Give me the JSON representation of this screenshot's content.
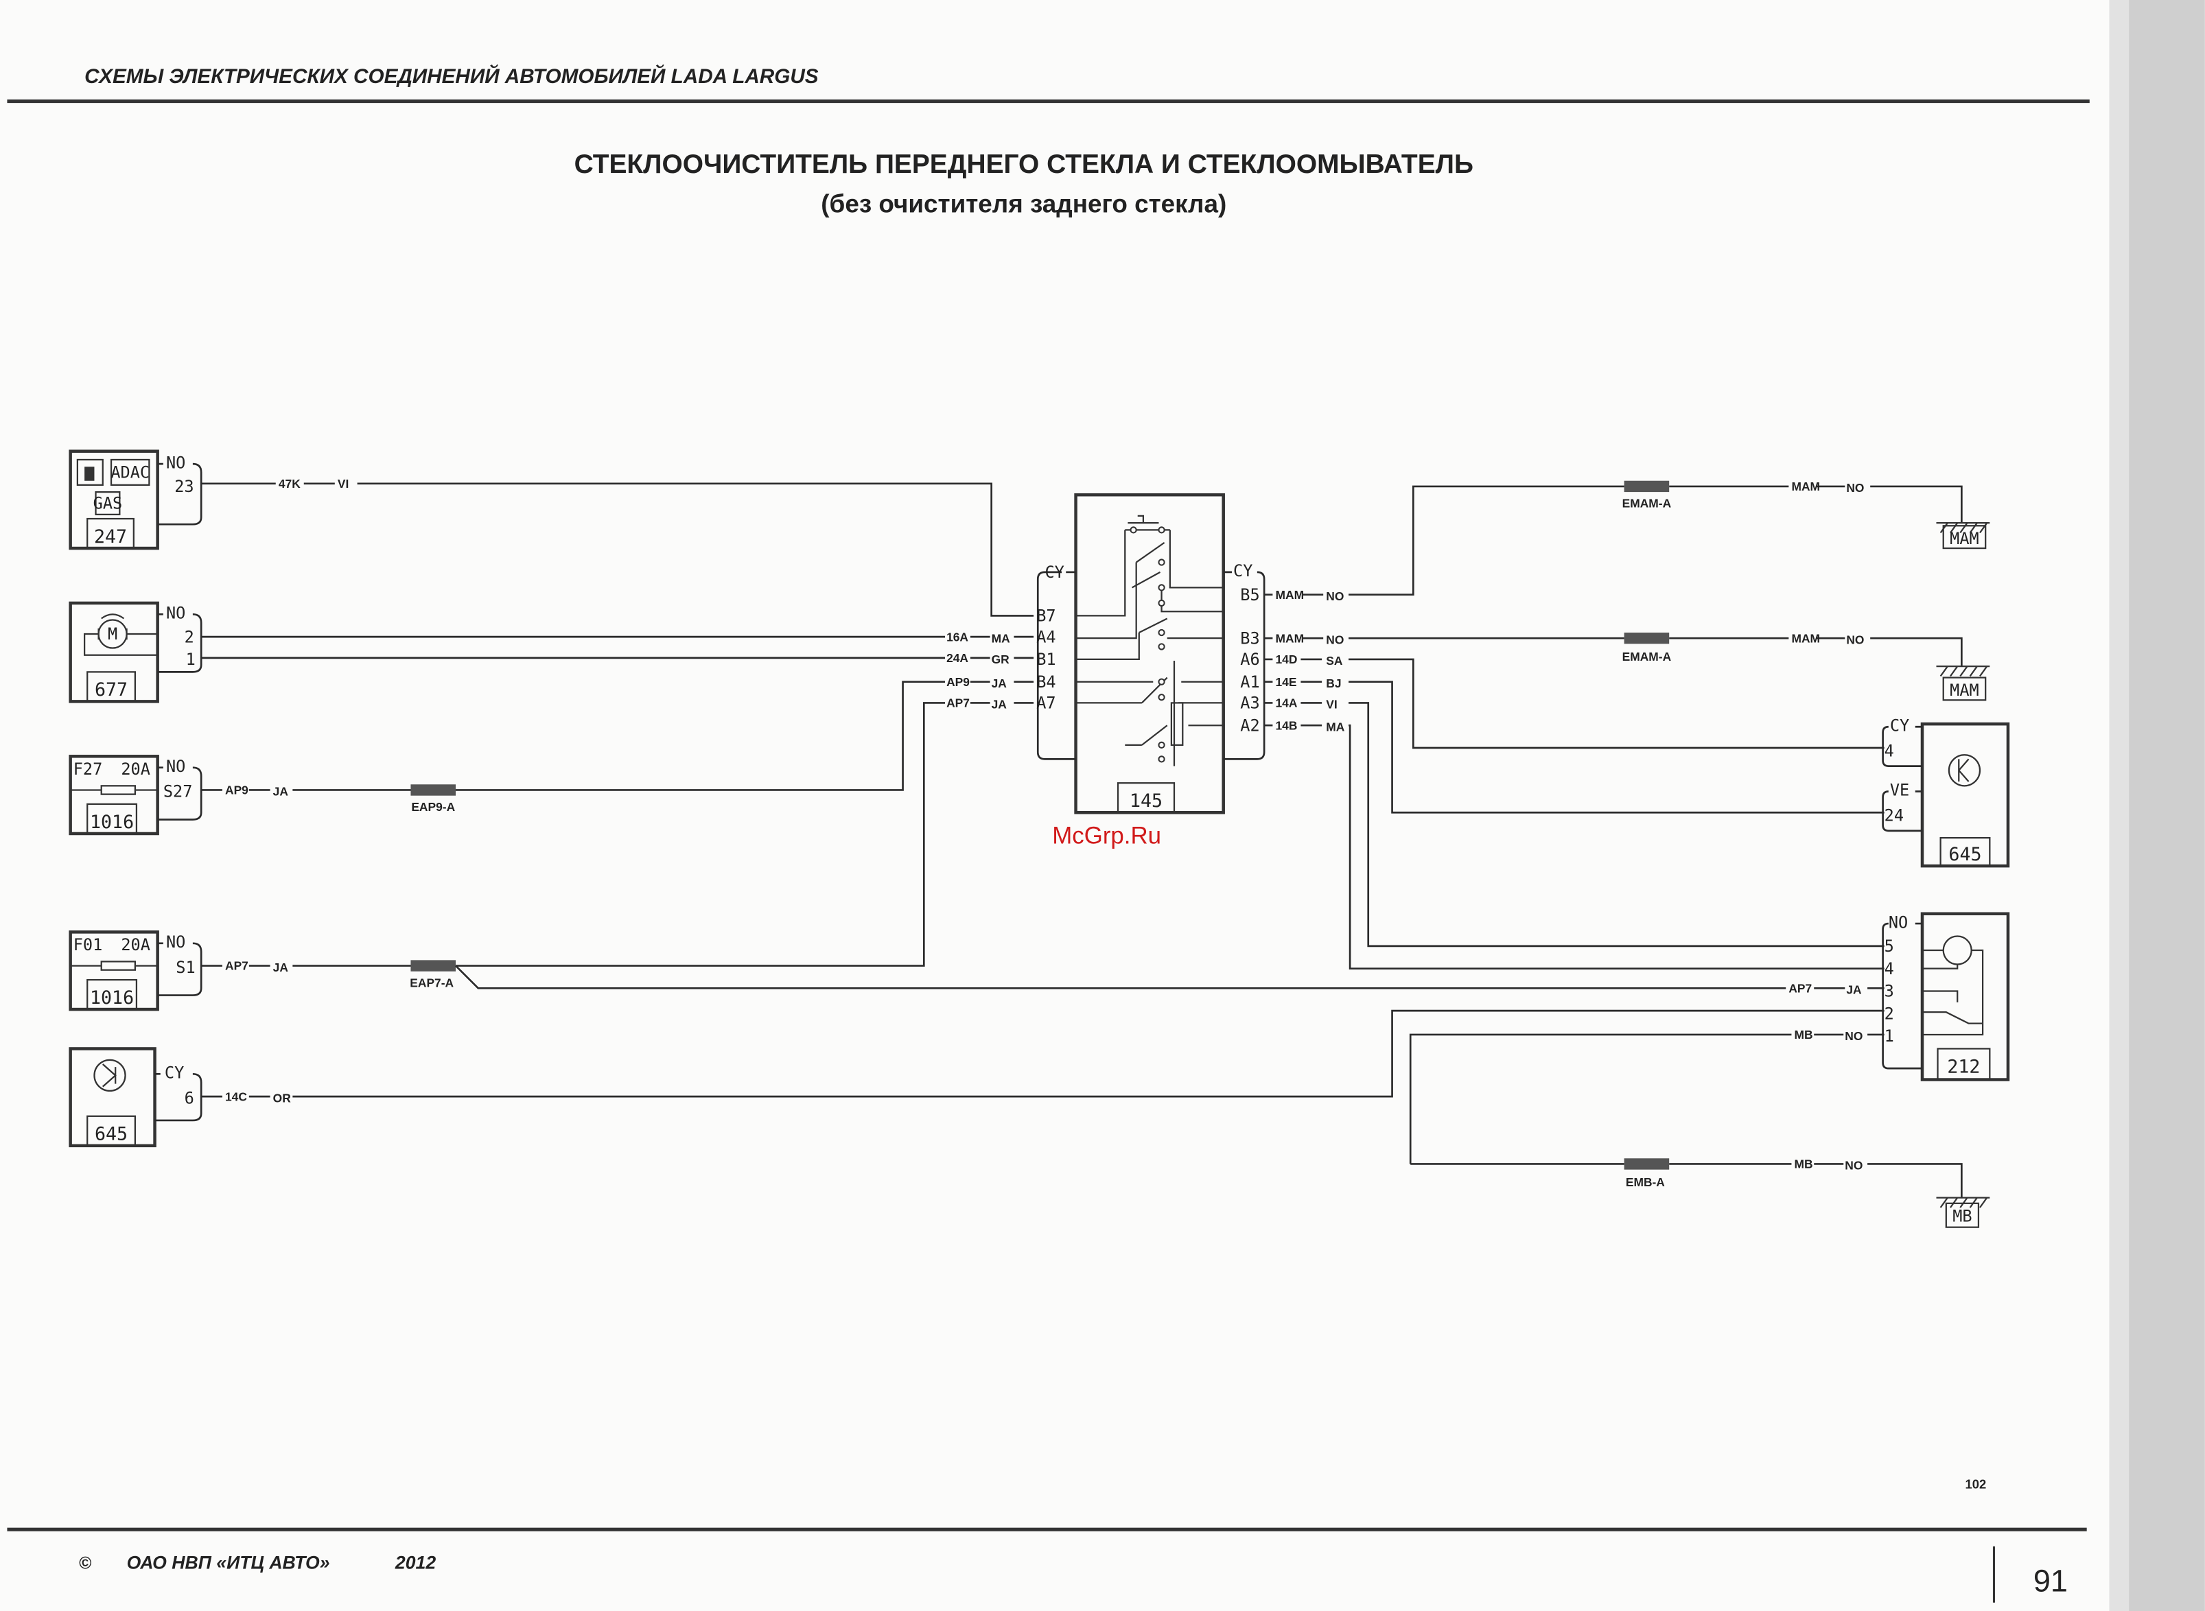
{
  "header": {
    "running_title": "СХЕМЫ ЭЛЕКТРИЧЕСКИХ СОЕДИНЕНИЙ АВТОМОБИЛЕЙ LADA LARGUS"
  },
  "title": {
    "main": "СТЕКЛООЧИСТИТЕЛЬ ПЕРЕДНЕГО СТЕКЛА И СТЕКЛООМЫВАТЕЛЬ",
    "sub": "(без очистителя заднего стекла)"
  },
  "components": {
    "c247": {
      "code": "247",
      "icons": [
        "ADAC",
        "GAS"
      ],
      "connector": "NO",
      "pin": "23",
      "wire": "47K",
      "color": "VI"
    },
    "c677": {
      "code": "677",
      "motor": "M",
      "connector": "NO",
      "pins": [
        "2",
        "1"
      ]
    },
    "c1016a": {
      "code": "1016",
      "fuse": "F27",
      "rating": "20A",
      "connector": "NO",
      "pin": "S27",
      "wire": "AP9",
      "color": "JA",
      "splice": "EAP9-A"
    },
    "c1016b": {
      "code": "1016",
      "fuse": "F01",
      "rating": "20A",
      "connector": "NO",
      "pin": "S1",
      "wire": "AP7",
      "color": "JA",
      "splice": "EAP7-A"
    },
    "c645l": {
      "code": "645",
      "connector": "CY",
      "pin": "6",
      "wire": "14C",
      "color": "OR"
    },
    "c145": {
      "code": "145",
      "left_connector": "CY",
      "left_pins": [
        {
          "pin": "B7",
          "wire": "",
          "color": ""
        },
        {
          "pin": "A4",
          "wire": "16A",
          "color": "MA"
        },
        {
          "pin": "B1",
          "wire": "24A",
          "color": "GR"
        },
        {
          "pin": "B4",
          "wire": "AP9",
          "color": "JA"
        },
        {
          "pin": "A7",
          "wire": "AP7",
          "color": "JA"
        }
      ],
      "right_connector": "CY",
      "right_pins": [
        {
          "pin": "B5",
          "wire": "MAM",
          "color": "NO"
        },
        {
          "pin": "B3",
          "wire": "MAM",
          "color": "NO"
        },
        {
          "pin": "A6",
          "wire": "14D",
          "color": "SA"
        },
        {
          "pin": "A1",
          "wire": "14E",
          "color": "BJ"
        },
        {
          "pin": "A3",
          "wire": "14A",
          "color": "VI"
        },
        {
          "pin": "A2",
          "wire": "14B",
          "color": "MA"
        }
      ]
    },
    "ground1": {
      "splice": "EMAM-A",
      "wire": "MAM",
      "color": "NO",
      "label": "MAM"
    },
    "ground2": {
      "splice": "EMAM-A",
      "wire": "MAM",
      "color": "NO",
      "label": "MAM"
    },
    "c645r": {
      "code": "645",
      "connectors": [
        "CY",
        "VE"
      ],
      "pins": [
        "4",
        "24"
      ]
    },
    "c212": {
      "code": "212",
      "connector": "NO",
      "pins": [
        "5",
        "4",
        "3",
        "2",
        "1"
      ],
      "pin3_wire": "AP7",
      "pin3_color": "JA",
      "pin1_wire": "MB",
      "pin1_color": "NO"
    },
    "ground3": {
      "splice": "EMB-A",
      "wire": "MB",
      "color": "NO",
      "label": "MB"
    }
  },
  "watermark": "McGrp.Ru",
  "footer": {
    "copyright": "©",
    "publisher": "ОАО НВП «ИТЦ АВТО»",
    "year": "2012",
    "sheet": "102",
    "page": "91"
  },
  "colors": {
    "ink": "#2a2a2a",
    "paper": "#fbfbfa",
    "watermark": "#d11a1a",
    "edge": "#c9c9c9"
  }
}
